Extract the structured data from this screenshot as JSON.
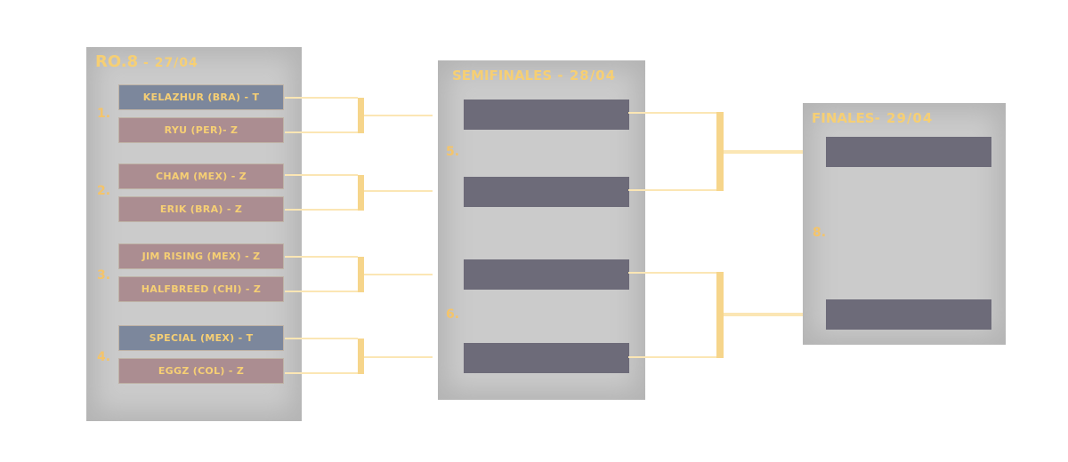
{
  "round_of_8": {
    "title": "RO.8",
    "date": " - 27/04",
    "matches": [
      {
        "number": "1.",
        "players": [
          {
            "label": "KELAZHUR (BRA) - T"
          },
          {
            "label": "RYU (PER)- Z"
          }
        ]
      },
      {
        "number": "2.",
        "players": [
          {
            "label": "CHAM (MEX) - Z"
          },
          {
            "label": "ERIK (BRA) - Z"
          }
        ]
      },
      {
        "number": "3.",
        "players": [
          {
            "label": "JIM RISING (MEX) - Z"
          },
          {
            "label": "HALFBREED (CHI) - Z"
          }
        ]
      },
      {
        "number": "4.",
        "players": [
          {
            "label": "SPECIAL (MEX) - T"
          },
          {
            "label": "EGGZ (COL) - Z"
          }
        ]
      }
    ]
  },
  "semifinals": {
    "title": "SEMIFINALES",
    "date": " - 28/04",
    "matches": [
      {
        "number": "5."
      },
      {
        "number": "6."
      }
    ]
  },
  "finals": {
    "title": "FINALES",
    "date": "- 29/04",
    "matches": [
      {
        "number": "8."
      }
    ]
  },
  "colors": {
    "panel": "#cbcbcb",
    "title": "#f6cf74",
    "zerg_slot": "#ab8d91",
    "terran_slot": "#7c879c",
    "empty_slot": "#6d6b79",
    "connector": "#f6d58b"
  }
}
